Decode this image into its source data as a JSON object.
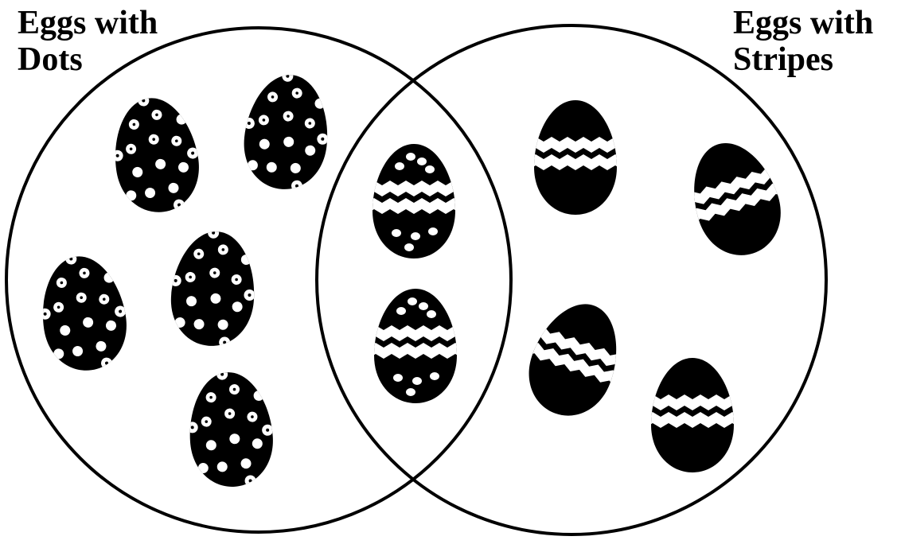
{
  "sets": [
    {
      "id": "dots",
      "label_line1": "Eggs with",
      "label_line2": "Dots"
    },
    {
      "id": "stripes",
      "label_line1": "Eggs with",
      "label_line2": "Stripes"
    }
  ],
  "regions": {
    "dots_only": {
      "egg_count": 5,
      "pattern": "dots"
    },
    "both": {
      "egg_count": 2,
      "pattern": "stripes-and-dots"
    },
    "stripes_only": {
      "egg_count": 4,
      "pattern": "stripes"
    }
  },
  "colors": {
    "ink": "#000000",
    "paper": "#ffffff"
  }
}
